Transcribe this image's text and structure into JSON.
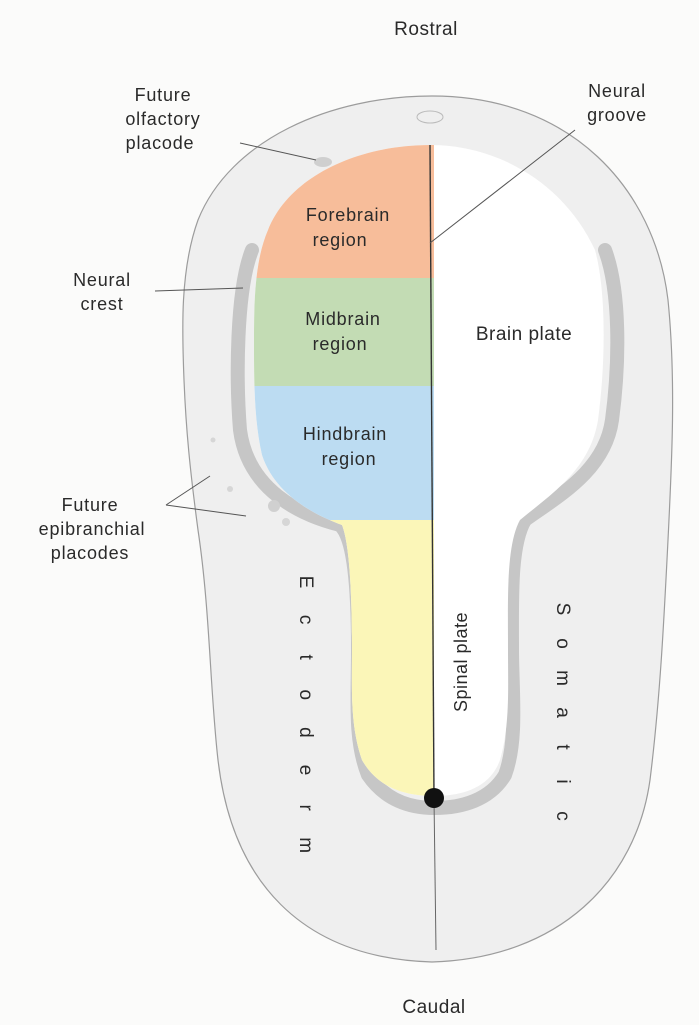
{
  "orientation": {
    "top": "Rostral",
    "bottom": "Caudal"
  },
  "labels": {
    "olfactory": [
      "Future",
      "olfactory",
      "placode"
    ],
    "neural_groove": [
      "Neural",
      "groove"
    ],
    "neural_crest": [
      "Neural",
      "crest"
    ],
    "epibranchial": [
      "Future",
      "epibranchial",
      "placodes"
    ],
    "brain_plate": "Brain plate",
    "spinal_plate": "Spinal plate"
  },
  "regions": [
    {
      "lines": [
        "Forebrain",
        "region"
      ],
      "color": "#f7bd9a"
    },
    {
      "lines": [
        "Midbrain",
        "region"
      ],
      "color": "#c3dcb4"
    },
    {
      "lines": [
        "Hindbrain",
        "region"
      ],
      "color": "#bcdcf2"
    },
    {
      "lines": [],
      "color": "#fbf6b8"
    }
  ],
  "vertical_words": {
    "left": [
      "E",
      "c",
      "t",
      "o",
      "d",
      "e",
      "r",
      "m"
    ],
    "right": [
      "S",
      "o",
      "m",
      "a",
      "t",
      "i",
      "c"
    ]
  },
  "colors": {
    "embryo_fill": "#efefef",
    "crest_band": "#c6c6c6",
    "line": "#444444"
  }
}
